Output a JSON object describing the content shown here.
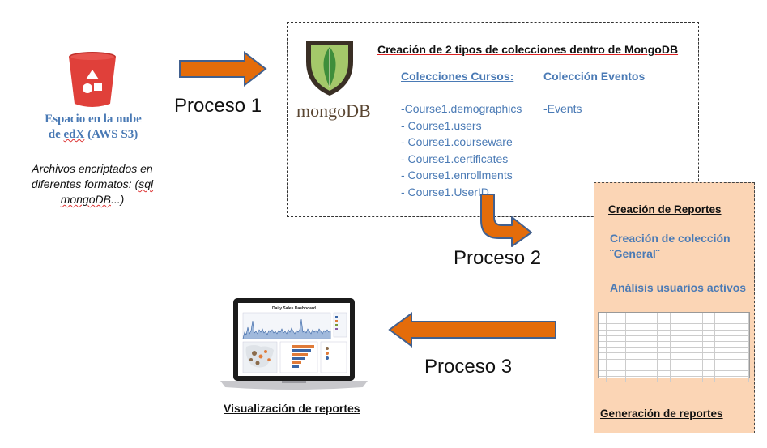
{
  "s3": {
    "title_line1": "Espacio en la nube",
    "title_line2_prefix": "de ",
    "title_line2_edx": "edX",
    "title_line2_suffix": " (AWS S3)",
    "desc_line1": "Archivos encriptados en",
    "desc_line2_prefix": "diferentes formatos: (",
    "desc_line2_sql": "sql",
    "desc_line3_mongo": "mongoDB",
    "desc_line3_suffix": "...)",
    "icon": "aws-s3-bucket-icon",
    "color": "#e0403a"
  },
  "processes": {
    "p1": "Proceso 1",
    "p2": "Proceso 2",
    "p3": "Proceso 3"
  },
  "mongo": {
    "logo_text": "mongoDB",
    "heading": "Creación de 2 tipos de colecciones dentro de MongoDB",
    "courses_header": "Colecciones Cursos:",
    "courses": [
      "-Course1.demographics",
      "- Course1.users",
      "- Course1.courseware",
      "- Course1.certificates",
      "- Course1.enrollments",
      "- Course1.UserID"
    ],
    "events_header": "Colección Eventos",
    "events": [
      "-Events"
    ]
  },
  "reports": {
    "heading": "Creación de Reportes",
    "item1_line1": "Creación de colección",
    "item1_line2": "¨General¨",
    "item2": "Análisis usuarios activos",
    "footer": "Generación de reportes",
    "box_color": "#fbd5b5"
  },
  "visualization": {
    "label": "Visualización de reportes",
    "dashboard_title": "Daily Sales Dashboard"
  },
  "colors": {
    "arrow_fill": "#e46c0a",
    "arrow_stroke": "#41608f",
    "accent_text": "#4a7ab5"
  }
}
